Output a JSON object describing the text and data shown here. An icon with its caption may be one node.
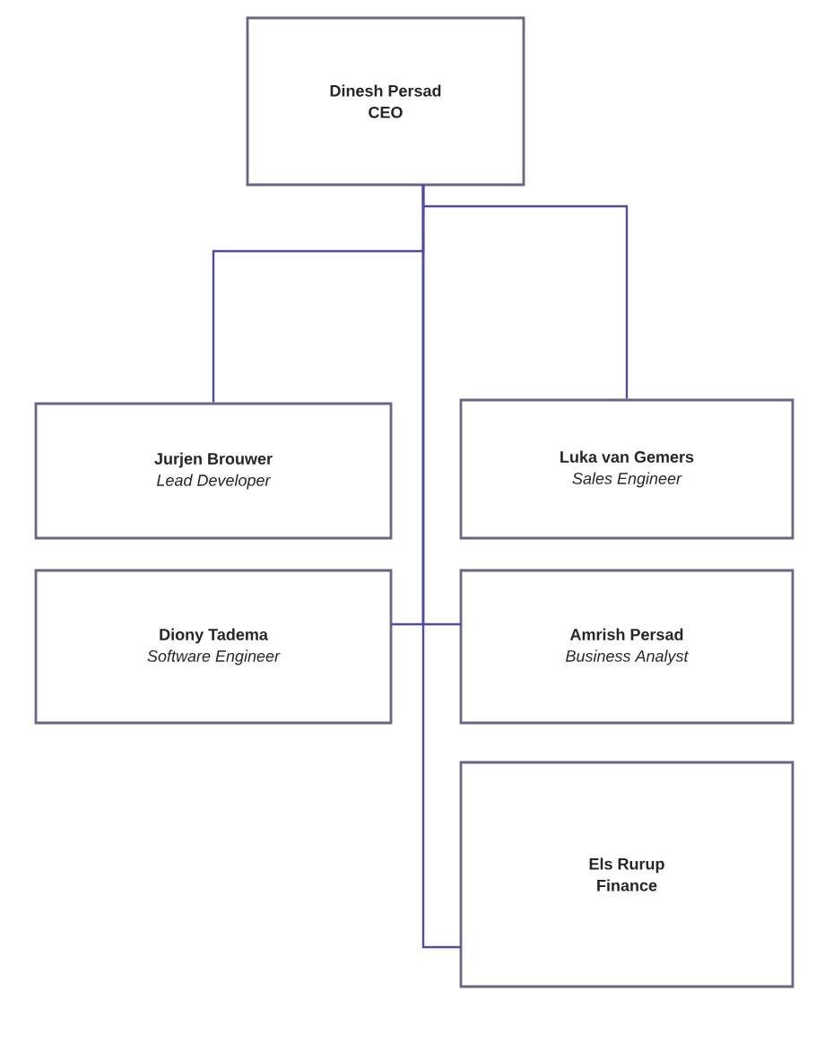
{
  "diagram": {
    "nodes": [
      {
        "text": [
          "Dinesh Persad",
          "CEO"
        ]
      },
      {
        "text": [
          "Jurjen Brouwer",
          "Lead Developer"
        ]
      },
      {
        "text": [
          "Luka van Gemers",
          "Sales Engineer"
        ]
      },
      {
        "text": [
          "Diony Tadema",
          "Software Engineer"
        ]
      },
      {
        "text": [
          "Amrish Persad",
          "Business Analyst"
        ]
      },
      {
        "text": [
          "Els Rurup",
          "Finance"
        ]
      }
    ],
    "edges": [
      {
        "from": 0,
        "to": 1,
        "arrow": "none"
      },
      {
        "from": 0,
        "to": 2,
        "arrow": "none"
      },
      {
        "from": 0,
        "to": 3,
        "arrow": "none"
      },
      {
        "from": 0,
        "to": 4,
        "arrow": "none"
      },
      {
        "from": 0,
        "to": 5,
        "arrow": "none"
      }
    ]
  }
}
